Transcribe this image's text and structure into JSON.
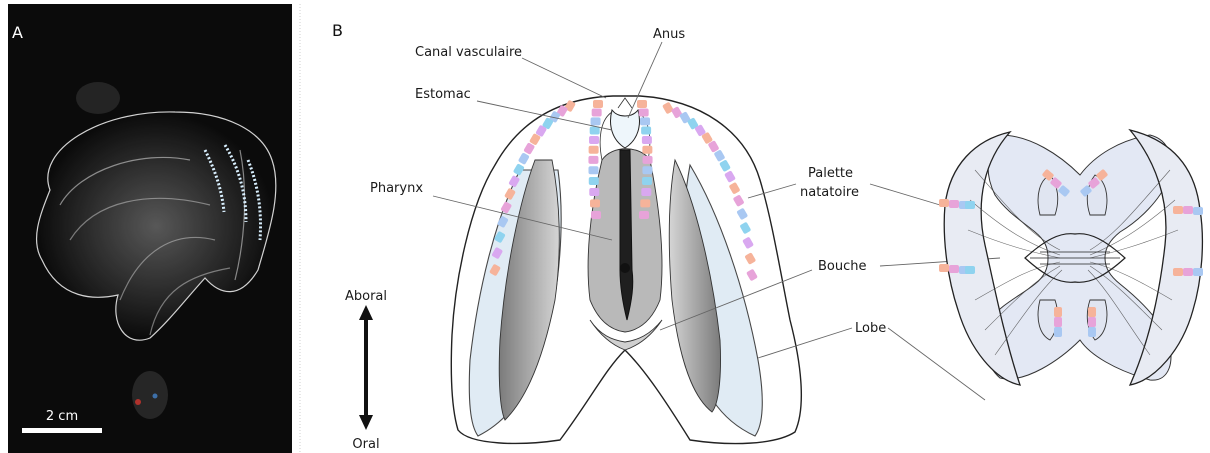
{
  "panels": {
    "a": "A",
    "b": "B"
  },
  "photo": {
    "scale_label": "2 cm"
  },
  "labels": {
    "canal": "Canal vasculaire",
    "anus": "Anus",
    "estomac": "Estomac",
    "pharynx": "Pharynx",
    "palette_line1": "Palette",
    "palette_line2": "natatoire",
    "bouche": "Bouche",
    "lobe": "Lobe"
  },
  "axis": {
    "top": "Aboral",
    "bottom": "Oral"
  },
  "colors": {
    "body_fill": "#d6eaf6",
    "lobe_fill": "#e3e8f4",
    "comb_colors": [
      "#f6b39a",
      "#e7a3d9",
      "#a9c8f2",
      "#8fd3ef",
      "#d9a8f0"
    ],
    "background_photo": "#0b0b0b"
  }
}
